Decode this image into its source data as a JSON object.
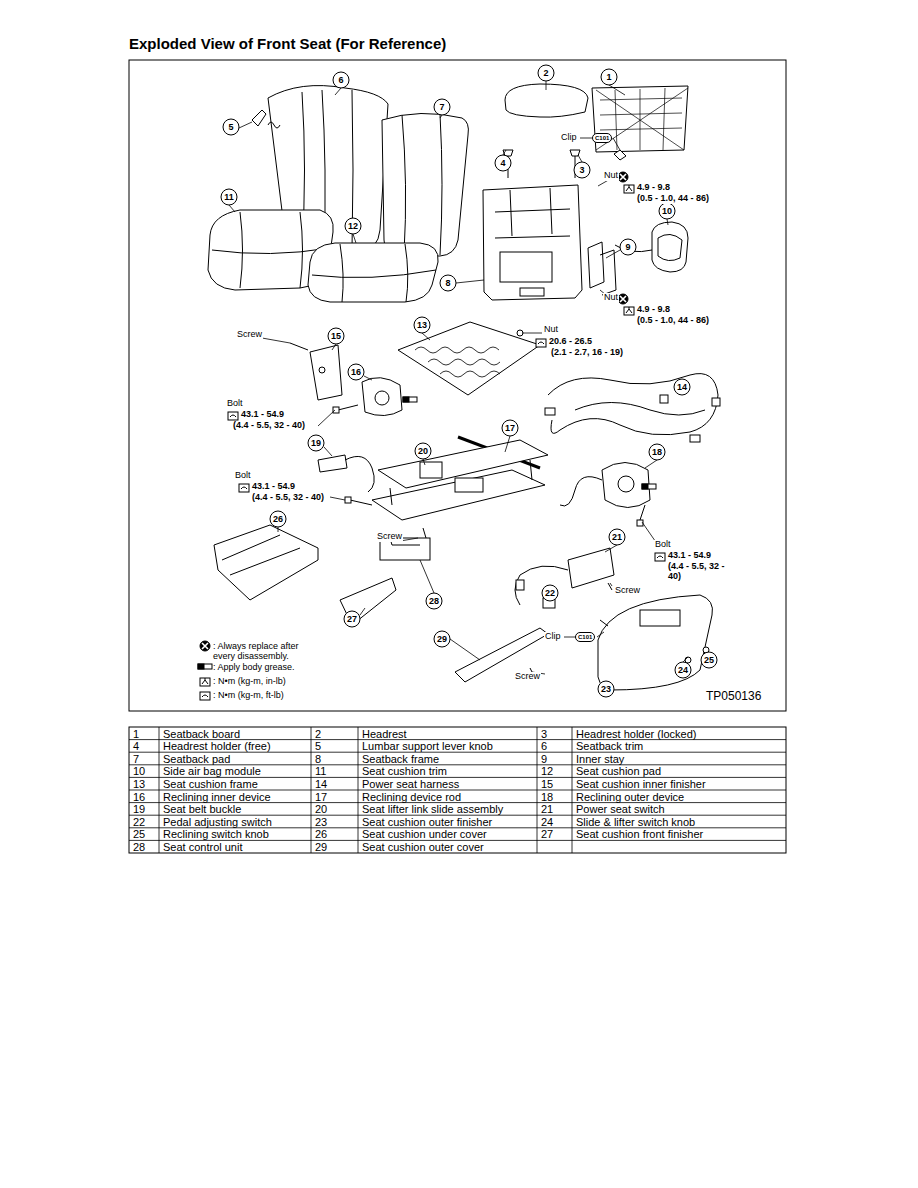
{
  "diagram": {
    "title": "Exploded View of Front Seat (For Reference)",
    "labels": [
      "1",
      "2",
      "3",
      "4",
      "5",
      "6",
      "7",
      "8",
      "9",
      "10",
      "11",
      "12",
      "13",
      "14",
      "15",
      "16",
      "17",
      "18",
      "19",
      "20",
      "21",
      "22",
      "23",
      "24",
      "25",
      "26",
      "27",
      "28",
      "29",
      "Clip",
      "C101",
      "Nut",
      "4.9 - 9.8",
      "(0.5 - 1.0, 44 - 86)",
      "Nut",
      "4.9 - 9.8",
      "(0.5 - 1.0, 44 - 86)",
      "Nut",
      "20.6 - 26.5",
      "(2.1 - 2.7, 16 - 19)",
      "Screw",
      "Bolt",
      "43.1 - 54.9",
      "(4.4 - 5.5, 32 - 40)",
      "Bolt",
      "43.1 - 54.9",
      "(4.4 - 5.5, 32 - 40)",
      "Screw",
      "Bolt",
      "43.1 - 54.9",
      "(4.4 - 5.5, 32 - 40)",
      "Screw",
      "Clip",
      "C101",
      "Screw",
      "TP050136",
      "1",
      "Seatback board",
      "2",
      "Headrest",
      "3",
      "Headrest holder (locked)",
      "4",
      "Headrest holder (free)",
      "5",
      "Lumbar support lever knob",
      "6",
      "Seatback trim",
      "7",
      "Seatback pad",
      "8",
      "Seatback frame",
      "9",
      "Inner stay",
      "10",
      "Side air bag module",
      "11",
      "Seat cushion trim",
      "12",
      "Seat cushion pad",
      "13",
      "Seat cushion frame",
      "14",
      "Power seat harness",
      "15",
      "Seat cushion inner finisher",
      "16",
      "Reclining inner device",
      "17",
      "Reclining device rod",
      "18",
      "Reclining outer device",
      "19",
      "Seat belt buckle",
      "20",
      "Seat lifter link slide assembly",
      "21",
      "Power seat switch",
      "22",
      "Pedal adjusting switch",
      "23",
      "Seat cushion outer finisher",
      "24",
      "Slide & lifter switch knob",
      "25",
      "Reclining switch knob",
      "26",
      "Seat cushion under cover",
      "27",
      "Seat cushion front finisher",
      "28",
      "Seat control unit",
      "29",
      "Seat cushion outer cover"
    ],
    "legend": [
      {
        "text": ": Always replace after every disassembly."
      },
      {
        "text": ": Apply body grease."
      },
      {
        "text": ": N•m (kg-m, in-lb)"
      },
      {
        "text": ": N•m (kg-m, ft-lb)"
      }
    ]
  }
}
